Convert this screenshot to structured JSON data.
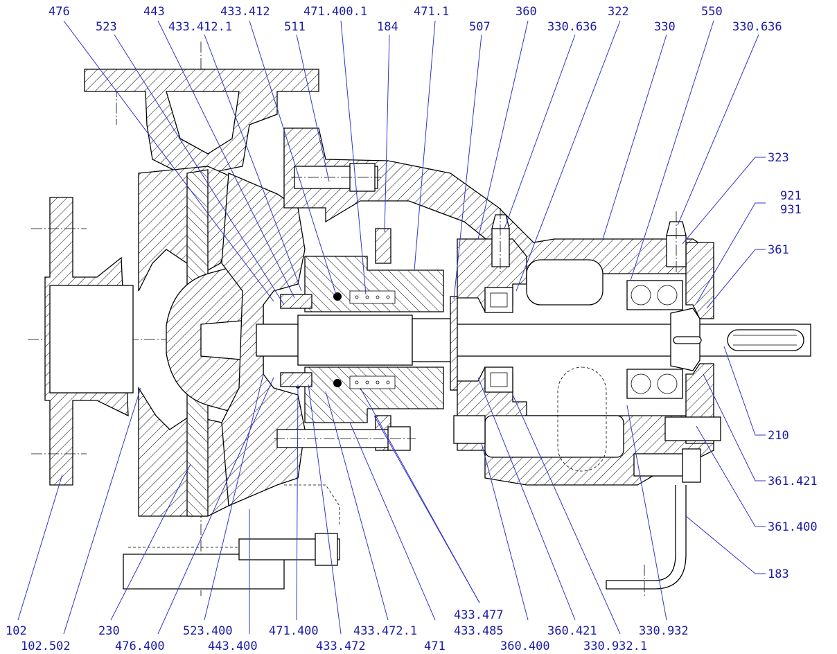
{
  "labels": {
    "l476": "476",
    "l523": "523",
    "l443": "443",
    "l433_412_1": "433.412.1",
    "l433_412": "433.412",
    "l511": "511",
    "l471_400_1": "471.400.1",
    "l184": "184",
    "l471_1": "471.1",
    "l507": "507",
    "l360": "360",
    "l330_636_a": "330.636",
    "l322": "322",
    "l330": "330",
    "l550": "550",
    "l330_636_b": "330.636",
    "l323": "323",
    "l921": "921",
    "l931": "931",
    "l361": "361",
    "l210": "210",
    "l361_421": "361.421",
    "l361_400": "361.400",
    "l183": "183",
    "l102": "102",
    "l102_502": "102.502",
    "l230": "230",
    "l476_400": "476.400",
    "l523_400": "523.400",
    "l443_400": "443.400",
    "l471_400": "471.400",
    "l433_472": "433.472",
    "l433_472_1": "433.472.1",
    "l471": "471",
    "l433_477": "433.477",
    "l433_485": "433.485",
    "l360_400": "360.400",
    "l360_421": "360.421",
    "l330_932_1": "330.932.1",
    "l330_932": "330.932"
  },
  "colors": {
    "label_text": "#1a1aa6",
    "leader_line": "#3333cc",
    "drawing_line": "#000000",
    "background": "#ffffff"
  }
}
